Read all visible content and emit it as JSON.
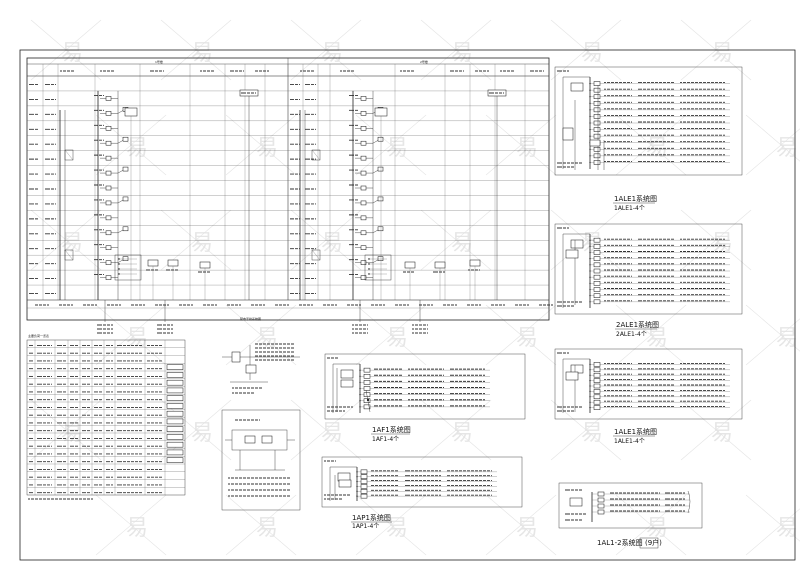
{
  "drawing": {
    "riser_zone_a_title": "1号楼",
    "riser_zone_b_title": "2号楼",
    "riser_caption": "配电干线系统图",
    "load_table_title": "主要负荷一览表",
    "panel_titles": [
      {
        "main": "1ALE1系统图",
        "sub": "1ALE1-4个"
      },
      {
        "main": "2ALE1系统图",
        "sub": "2ALE1-4个"
      },
      {
        "main": "1ALE1系统图",
        "sub": "1ALE1-4个"
      },
      {
        "main": "1AF1系统图",
        "sub": "1AF1-4个"
      },
      {
        "main": "1AP1系统图",
        "sub": "1AP1-4个"
      },
      {
        "main": "1AL1-2系统图",
        "sub": "(9户)"
      }
    ],
    "watermark_glyph": "易",
    "colors": {
      "line": "#222222",
      "paper": "#ffffff",
      "watermark": "#c9c9c9"
    }
  }
}
